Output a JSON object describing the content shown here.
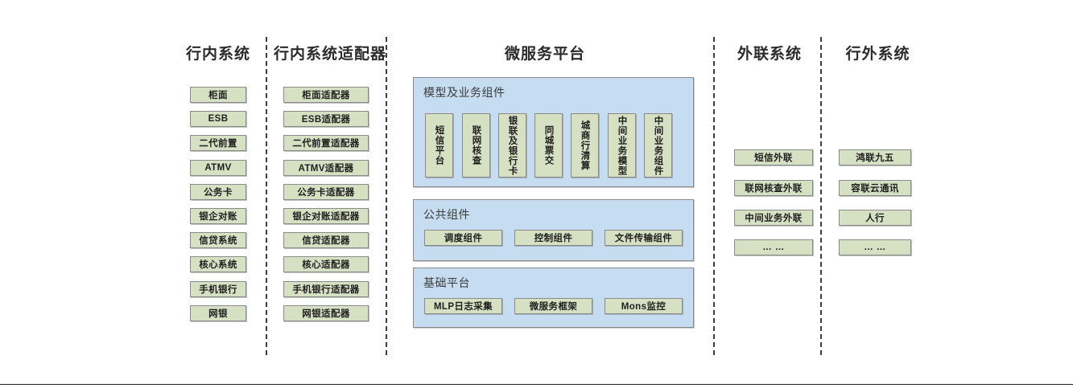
{
  "columns": {
    "internal": {
      "title": "行内系统",
      "items": [
        "柜面",
        "ESB",
        "二代前置",
        "ATMV",
        "公务卡",
        "银企对账",
        "信贷系统",
        "核心系统",
        "手机银行",
        "网银"
      ]
    },
    "adapter": {
      "title": "行内系统适配器",
      "items": [
        "柜面适配器",
        "ESB适配器",
        "二代前置适配器",
        "ATMV适配器",
        "公务卡适配器",
        "银企对账适配器",
        "信贷适配器",
        "核心适配器",
        "手机银行适配器",
        "网银适配器"
      ]
    },
    "platform": {
      "title": "微服务平台",
      "panels": [
        {
          "title": "模型及业务组件",
          "orientation": "vertical",
          "items": [
            "短信平台",
            "联网核查",
            "银联及银行卡",
            "同城票交",
            "城商行清算",
            "中间业务模型",
            "中间业务组件"
          ]
        },
        {
          "title": "公共组件",
          "orientation": "horizontal",
          "items": [
            "调度组件",
            "控制组件",
            "文件传输组件"
          ]
        },
        {
          "title": "基础平台",
          "orientation": "horizontal",
          "items": [
            "MLP日志采集",
            "微服务框架",
            "Mons监控"
          ]
        }
      ]
    },
    "external_link": {
      "title": "外联系统",
      "items": [
        "短信外联",
        "联网核查外联",
        "中间业务外联",
        "… …"
      ]
    },
    "offbank": {
      "title": "行外系统",
      "items": [
        "鸿联九五",
        "容联云通讯",
        "人行",
        "… …"
      ]
    }
  },
  "colors": {
    "node_fill": "#d6e0c3",
    "node_border": "#8a8a8a",
    "panel_fill": "#c6dcf0",
    "panel_border": "#8a8a8a",
    "divider": "#3d3d3d",
    "title_text": "#2b2b2b"
  }
}
